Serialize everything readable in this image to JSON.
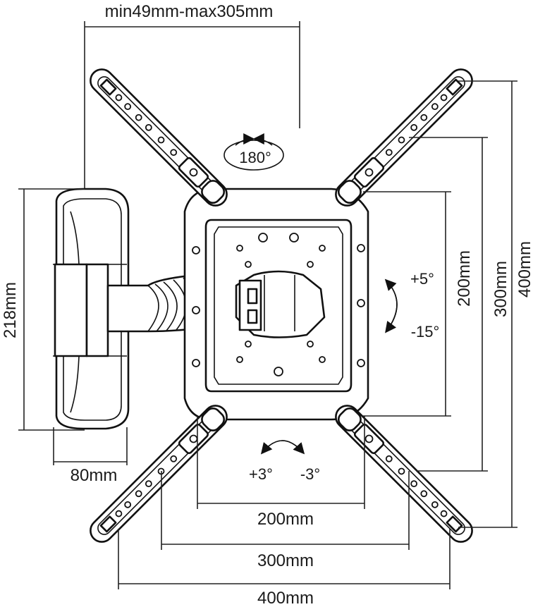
{
  "labels": {
    "arm_range": "min49mm-max305mm",
    "swivel": "180°",
    "wall_height": "218mm",
    "wall_width": "80mm",
    "tilt_up": "+5°",
    "tilt_down": "-15°",
    "level_plus": "+3°",
    "level_minus": "-3°",
    "v200": "200mm",
    "v300": "300mm",
    "v400": "400mm",
    "h200": "200mm",
    "h300": "300mm",
    "h400": "400mm"
  }
}
